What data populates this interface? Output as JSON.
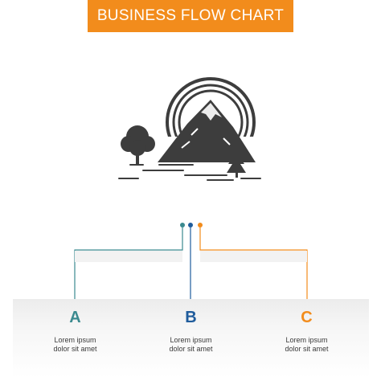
{
  "title": "BUSINESS FLOW CHART",
  "colors": {
    "accent_orange": "#f28c1c",
    "teal": "#3b8a8f",
    "blue": "#1f5c9c",
    "orange": "#f28c1c",
    "icon_gray": "#3d3d3d",
    "connector_gray": "#cccccc"
  },
  "illustration": {
    "icon": "mountain-sun-tree-icon"
  },
  "steps": [
    {
      "letter": "A",
      "line1": "Lorem ipsum",
      "line2": "dolor sit amet",
      "color": "#3b8a8f"
    },
    {
      "letter": "B",
      "line1": "Lorem ipsum",
      "line2": "dolor sit amet",
      "color": "#1f5c9c"
    },
    {
      "letter": "C",
      "line1": "Lorem ipsum",
      "line2": "dolor sit amet",
      "color": "#f28c1c"
    }
  ]
}
